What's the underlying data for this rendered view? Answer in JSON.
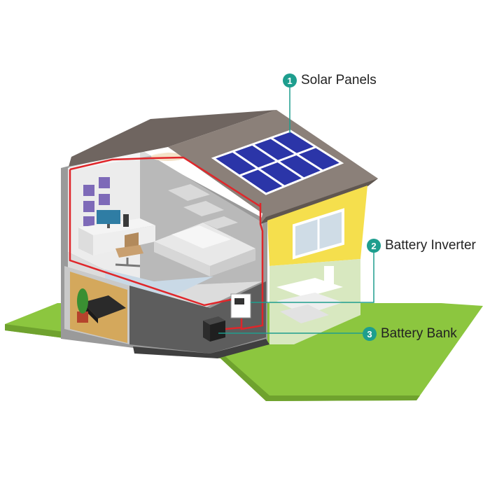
{
  "colors": {
    "accent": "#1e9e8e",
    "wiring": "#e0262a",
    "lawn": "#8cc63f",
    "roof": "#7a6f66",
    "wall_yellow": "#f5df4d",
    "panel": "#2b35a8"
  },
  "callouts": [
    {
      "number": "1",
      "label": "Solar Panels"
    },
    {
      "number": "2",
      "label": "Battery Inverter"
    },
    {
      "number": "3",
      "label": "Battery Bank"
    }
  ]
}
